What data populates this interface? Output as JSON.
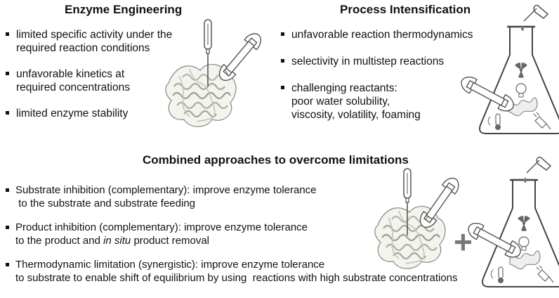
{
  "enzyme_engineering": {
    "title": "Enzyme Engineering",
    "items": [
      {
        "line1": "limited specific activity under the",
        "line2": "required reaction conditions"
      },
      {
        "line1": "unfavorable kinetics at",
        "line2": "required concentrations"
      },
      {
        "line1": "limited enzyme stability",
        "line2": ""
      }
    ]
  },
  "process_intensification": {
    "title": "Process Intensification",
    "items": [
      {
        "line1": "unfavorable reaction thermodynamics"
      },
      {
        "line1": "selectivity in multistep reactions"
      },
      {
        "line1": "challenging reactants:",
        "line2": "poor water solubility,",
        "line3": "viscosity, volatility, foaming"
      }
    ]
  },
  "combined": {
    "title": "Combined approaches to overcome limitations",
    "items": [
      {
        "line1": "Substrate inhibition (complementary): improve enzyme tolerance",
        "line2": " to the substrate and substrate feeding"
      },
      {
        "line1": "Product inhibition (complementary): improve enzyme tolerance",
        "line2a": "to the product and ",
        "line2_italic": "in situ",
        "line2b": " product removal"
      },
      {
        "line1": "Thermodynamic limitation (synergistic): improve enzyme tolerance",
        "line2": "to substrate to enable shift of equilibrium by using  reactions with high substrate concentrations"
      }
    ],
    "plus": "+"
  },
  "icons": [
    "enzyme-protein-icon",
    "screwdriver-icon",
    "wrench-icon",
    "flask-icon",
    "pipette-icon",
    "radiation-icon",
    "lightbulb-icon",
    "thermometer-icon",
    "plug-icon"
  ],
  "colors": {
    "text": "#111111",
    "icon_stroke": "#555555",
    "icon_fill": "#ffffff",
    "plus": "#777777"
  }
}
